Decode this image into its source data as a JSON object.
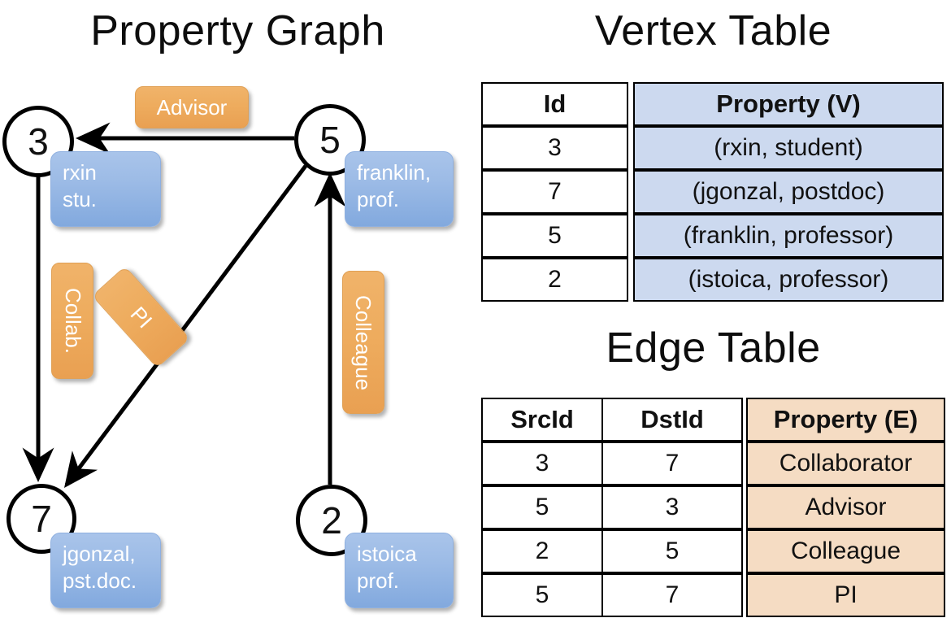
{
  "titles": {
    "property_graph": "Property Graph",
    "vertex_table": "Vertex Table",
    "edge_table": "Edge Table"
  },
  "colors": {
    "vertex_property_fill": "#ccd9ef",
    "edge_property_fill": "#f5dcc3",
    "vertex_box_blue": "#9cbbe6",
    "edge_label_orange": "#eeac5e",
    "stroke": "#000000"
  },
  "graph": {
    "nodes": [
      {
        "id": "3",
        "property_line1": "rxin",
        "property_line2": "stu."
      },
      {
        "id": "5",
        "property_line1": "franklin,",
        "property_line2": "prof."
      },
      {
        "id": "7",
        "property_line1": "jgonzal,",
        "property_line2": "pst.doc."
      },
      {
        "id": "2",
        "property_line1": "istoica",
        "property_line2": "prof."
      }
    ],
    "edge_labels": [
      {
        "name": "advisor",
        "text": "Advisor"
      },
      {
        "name": "collab",
        "text": "Collab."
      },
      {
        "name": "pi",
        "text": "PI"
      },
      {
        "name": "colleague",
        "text": "Colleague"
      }
    ],
    "edges": [
      {
        "from": "5",
        "to": "3",
        "label": "Advisor"
      },
      {
        "from": "3",
        "to": "7",
        "label": "Collab."
      },
      {
        "from": "5",
        "to": "7",
        "label": "PI"
      },
      {
        "from": "2",
        "to": "5",
        "label": "Colleague"
      }
    ]
  },
  "vertex_table": {
    "headers": [
      "Id",
      "Property (V)"
    ],
    "rows": [
      {
        "id": "3",
        "property": "(rxin, student)"
      },
      {
        "id": "7",
        "property": "(jgonzal, postdoc)"
      },
      {
        "id": "5",
        "property": "(franklin, professor)"
      },
      {
        "id": "2",
        "property": "(istoica, professor)"
      }
    ]
  },
  "edge_table": {
    "headers": [
      "SrcId",
      "DstId",
      "Property (E)"
    ],
    "rows": [
      {
        "src": "3",
        "dst": "7",
        "property": "Collaborator"
      },
      {
        "src": "5",
        "dst": "3",
        "property": "Advisor"
      },
      {
        "src": "2",
        "dst": "5",
        "property": "Colleague"
      },
      {
        "src": "5",
        "dst": "7",
        "property": "PI"
      }
    ]
  }
}
